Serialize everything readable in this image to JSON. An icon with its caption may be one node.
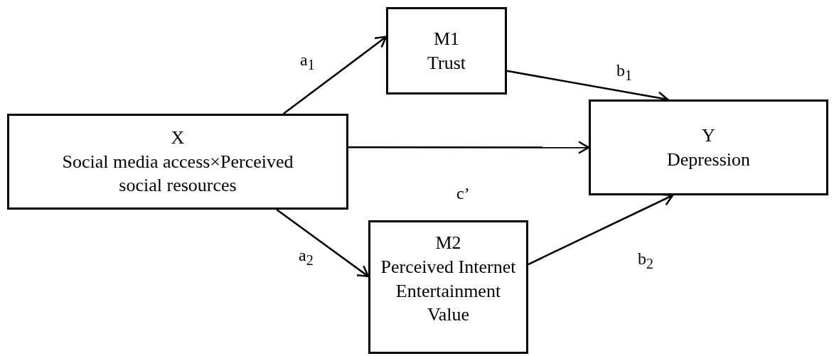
{
  "diagram": {
    "nodes": [
      {
        "text": [
          "X",
          "Social media access×Perceived social resources"
        ]
      },
      {
        "text": [
          "M1",
          "Trust"
        ]
      },
      {
        "text": [
          "Y",
          "Depression"
        ]
      },
      {
        "text": [
          "M2",
          "Perceived Internet Entertainment Value"
        ]
      }
    ],
    "edges": [
      {
        "from": 0,
        "to": 1,
        "arrow": "to",
        "label": "a$_{1}$"
      },
      {
        "from": 0,
        "to": 2,
        "arrow": "to",
        "label": "c’"
      },
      {
        "from": 0,
        "to": 3,
        "arrow": "to",
        "label": "a$_{2}$"
      },
      {
        "from": 1,
        "to": 2,
        "arrow": "to",
        "label": "b$_{1}$"
      },
      {
        "from": 3,
        "to": 2,
        "arrow": "to",
        "label": "b$_{2}$"
      }
    ]
  }
}
